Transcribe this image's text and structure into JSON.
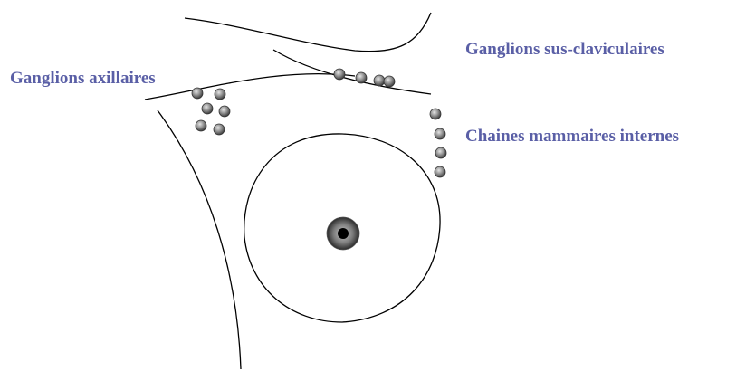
{
  "labels": {
    "sus_claviculaires": "Ganglions sus-claviculaires",
    "axillaires": "Ganglions axillaires",
    "mammaires_internes": "Chaines mammaires internes"
  },
  "colors": {
    "label_text": "#5a5fa6",
    "outline": "#000000",
    "node_fill": "#8a8a8a",
    "node_stroke": "#404040",
    "nipple_outer": "#6e6e6e",
    "nipple_center": "#000000"
  },
  "node_groups": {
    "sus_claviculaires": 4,
    "axillaires": 6,
    "mammaires_internes": 4
  }
}
